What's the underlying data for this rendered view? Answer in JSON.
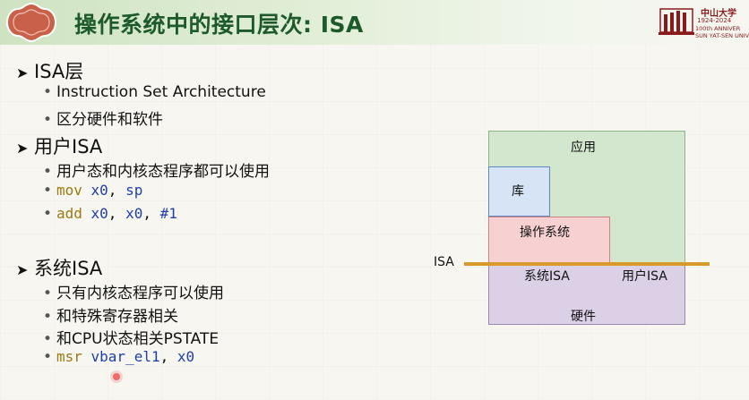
{
  "slide": {
    "title": "操作系统中的接口层次: ISA",
    "logo": {
      "cn_name": "中山大学",
      "years": "1924-2024",
      "en_line1": "100th ANNIVER",
      "en_line2": "SUN YAT-SEN UNIV"
    },
    "sections": [
      {
        "heading": "ISA层",
        "items": [
          "Instruction Set Architecture",
          "区分硬件和软件"
        ]
      },
      {
        "heading": "用户ISA",
        "items": [
          "用户态和内核态程序都可以使用"
        ],
        "code": [
          {
            "op": "mov",
            "args": [
              {
                "t": "x0",
                "k": "reg"
              },
              {
                "t": ", ",
                "k": "sep"
              },
              {
                "t": "sp",
                "k": "reg"
              }
            ]
          },
          {
            "op": "add",
            "args": [
              {
                "t": "x0",
                "k": "reg"
              },
              {
                "t": ", ",
                "k": "sep"
              },
              {
                "t": "x0",
                "k": "reg"
              },
              {
                "t": ", ",
                "k": "sep"
              },
              {
                "t": "#1",
                "k": "lit"
              }
            ]
          }
        ]
      },
      {
        "heading": "系统ISA",
        "items": [
          "只有内核态程序可以使用",
          "和特殊寄存器相关",
          "和CPU状态相关PSTATE"
        ],
        "code": [
          {
            "op": "msr",
            "args": [
              {
                "t": "vbar_el1",
                "k": "reg"
              },
              {
                "t": ", ",
                "k": "sep"
              },
              {
                "t": "x0",
                "k": "reg"
              }
            ]
          }
        ]
      }
    ],
    "diagram": {
      "app": "应用",
      "lib": "库",
      "os": "操作系统",
      "isa": "ISA",
      "sys_isa": "系统ISA",
      "user_isa": "用户ISA",
      "hw": "硬件"
    },
    "colors": {
      "title": "#1d5a2a",
      "app": "#d3e7cf",
      "lib": "#d6e4f5",
      "os": "#f7d1d1",
      "hw": "#dcd0e6",
      "isa_line": "#d89a2a"
    }
  }
}
